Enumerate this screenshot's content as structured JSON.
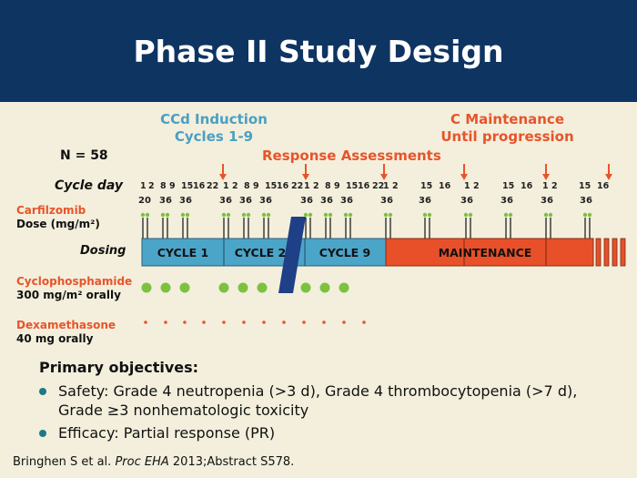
{
  "title": "Phase II Study Design",
  "induction": {
    "line1": "CCd Induction",
    "line2": "Cycles 1-9"
  },
  "maintenance_header": {
    "line1": "C Maintenance",
    "line2": "Until progression"
  },
  "n_label": "N = 58",
  "response_label": "Response Assessments",
  "cycle_day_label": "Cycle day",
  "carfilzomib": {
    "name": "Carfilzomib",
    "dose": "Dose (mg/m²)"
  },
  "dosing_label": "Dosing",
  "cyclophosphamide": {
    "name": "Cyclophosphamide",
    "dose": "300 mg/m² orally"
  },
  "dexamethasone": {
    "name": "Dexamethasone",
    "dose": "40 mg orally"
  },
  "cycle_days": [
    "1",
    "2",
    "8",
    "9",
    "15",
    "16",
    "22",
    "1",
    "2",
    "8",
    "9",
    "15",
    "16",
    "22",
    "1",
    "2",
    "8",
    "9",
    "15",
    "16",
    "22",
    "1",
    "2",
    "15",
    "16",
    "1",
    "2",
    "15",
    "16",
    "1",
    "2",
    "15",
    "16"
  ],
  "doses": [
    "20",
    "36",
    "36",
    "36",
    "36",
    "36",
    "36",
    "36",
    "36",
    "36",
    "36",
    "36",
    "36",
    "36",
    "36",
    "36"
  ],
  "cycles": [
    {
      "label": "CYCLE 1"
    },
    {
      "label": "CYCLE 2"
    },
    {
      "label": "CYCLE 9"
    },
    {
      "label": "MAINTENANCE"
    }
  ],
  "colors": {
    "header": "#0e3462",
    "cycle_bar": "#4ba5c9",
    "maintenance_bar": "#e8502a",
    "green_dot": "#7cc240",
    "orange": "#e8542a",
    "teal": "#4b9fc4"
  },
  "objectives": {
    "heading": "Primary objectives:",
    "items": [
      "Safety: Grade 4 neutropenia (>3 d), Grade 4 thrombocytopenia (>7 d), Grade ≥3 nonhematologic toxicity",
      "Efficacy: Partial response (PR)"
    ]
  },
  "citation": {
    "authors": "Bringhen S et al.",
    "journal": "Proc EHA",
    "rest": "2013;Abstract S578."
  }
}
